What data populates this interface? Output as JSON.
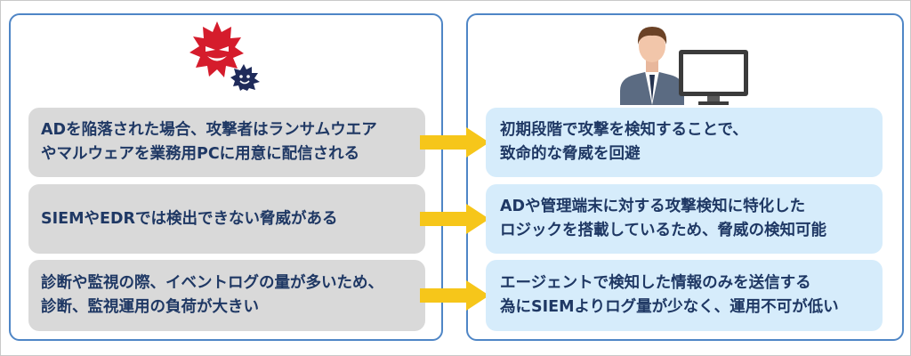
{
  "threats": {
    "items": [
      {
        "lines": [
          "ADを陥落された場合、攻撃者はランサムウエア",
          "やマルウェアを業務用PCに用意に配信される"
        ]
      },
      {
        "lines": [
          "SIEMやEDRでは検出できない脅威がある"
        ]
      },
      {
        "lines": [
          "診断や監視の際、イベントログの量が多いため、",
          "診断、監視運用の負荷が大きい"
        ]
      }
    ]
  },
  "solutions": {
    "items": [
      {
        "lines": [
          "初期段階で攻撃を検知することで、",
          "致命的な脅威を回避"
        ]
      },
      {
        "lines": [
          "ADや管理端末に対する攻撃検知に特化した",
          "ロジックを搭載しているため、脅威の検知可能"
        ]
      },
      {
        "lines": [
          "エージェントで検知した情報のみを送信する",
          "為にSIEMよりログ量が少なく、運用不可が低い"
        ]
      }
    ]
  },
  "icons": {
    "threat": "malware-virus-icon",
    "solution": "operator-at-computer-icon"
  },
  "colors": {
    "panel_border": "#4f86c6",
    "threat_box": "#d9d9d9",
    "solution_box": "#d6ecfb",
    "text": "#1f3864",
    "arrow": "#f6c61a",
    "virus_red": "#d51c2c",
    "virus_navy": "#1f2b5a"
  }
}
